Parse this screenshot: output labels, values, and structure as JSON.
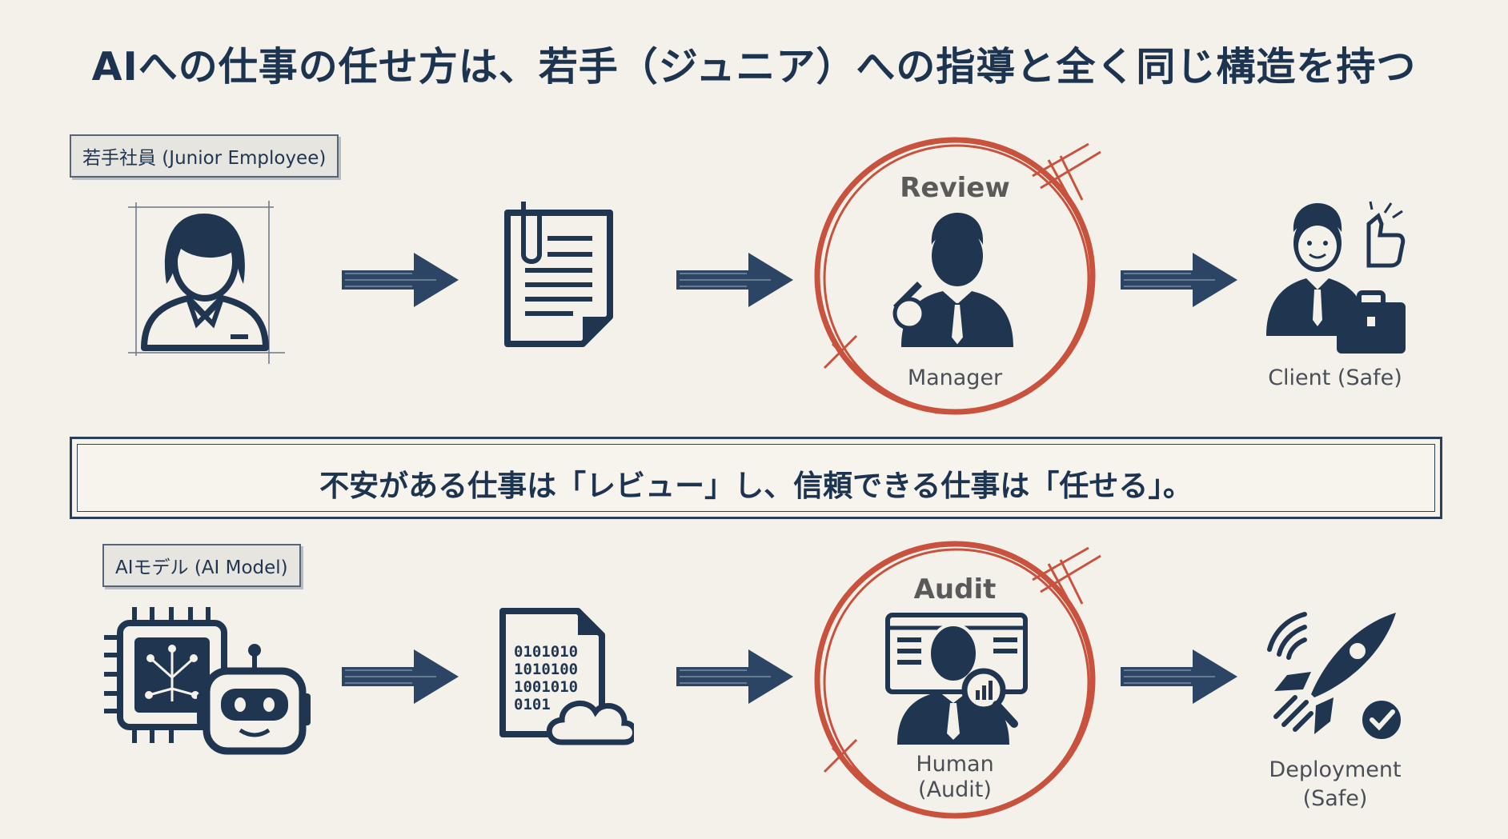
{
  "title": "AIへの仕事の任せ方は、若手（ジュニア）への指導と全く同じ構造を持つ",
  "colors": {
    "navy": "#1f3550",
    "red": "#c8523d",
    "background": "#f4f1ea"
  },
  "rows": [
    {
      "label": "若手社員 (Junior Employee)",
      "steps": [
        {
          "icon": "junior-employee-icon",
          "caption": ""
        },
        {
          "icon": "document-icon",
          "caption": ""
        },
        {
          "icon": "manager-icon",
          "caption": "Manager",
          "circle_title": "Review"
        },
        {
          "icon": "client-icon",
          "caption": "Client (Safe)"
        }
      ]
    },
    {
      "label": "AIモデル (AI Model)",
      "steps": [
        {
          "icon": "ai-chip-robot-icon",
          "caption": ""
        },
        {
          "icon": "binary-file-cloud-icon",
          "caption": "",
          "binary_lines": [
            "0101010",
            "1010100",
            "1001010",
            "0101"
          ]
        },
        {
          "icon": "human-auditor-icon",
          "caption": "Human",
          "caption2": "(Audit)",
          "circle_title": "Audit"
        },
        {
          "icon": "rocket-icon",
          "caption": "Deployment",
          "caption2": "(Safe)"
        }
      ]
    }
  ],
  "message": "不安がある仕事は「レビュー」し、信頼できる仕事は「任せる」。"
}
